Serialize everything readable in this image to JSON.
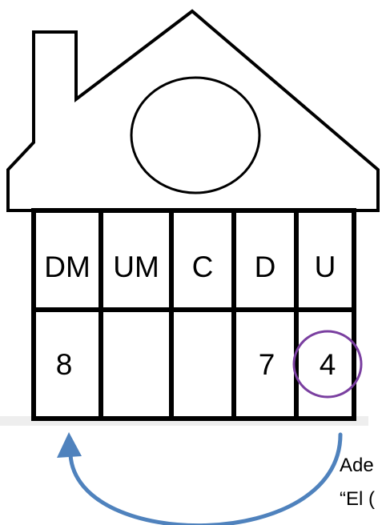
{
  "columns": [
    {
      "header": "DM",
      "value": "8"
    },
    {
      "header": "UM",
      "value": ""
    },
    {
      "header": "C",
      "value": ""
    },
    {
      "header": "D",
      "value": "7"
    },
    {
      "header": "U",
      "value": "4"
    }
  ],
  "highlight_color": "#7a3fa0",
  "arrow_color": "#4f82bd",
  "side_text": {
    "line1": "Ade",
    "line2": "“El ("
  }
}
